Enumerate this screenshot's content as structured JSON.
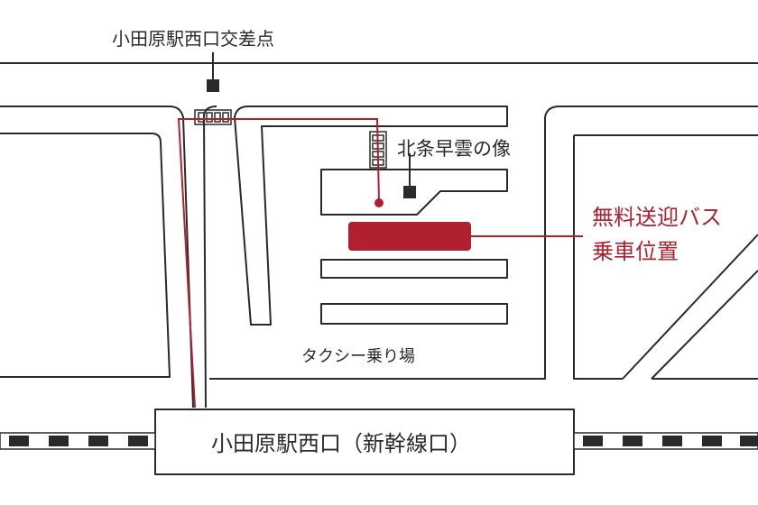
{
  "labels": {
    "crossing": "小田原駅西口交差点",
    "statue": "北条早雲の像",
    "taxi": "タクシー乗り場",
    "station_exit": "小田原駅西口（新幹線口）",
    "bus_stop_line1": "無料送迎バス",
    "bus_stop_line2": "乗車位置"
  },
  "colors": {
    "road_outline": "#2a2a2a",
    "route": "#b0202f",
    "bus_stop": "#b0202f",
    "background": "#ffffff"
  },
  "icons": {
    "crossing_marker": "square-marker",
    "statue_marker": "square-marker",
    "crosswalk": "crosswalk-stripes",
    "route_end": "dot"
  }
}
